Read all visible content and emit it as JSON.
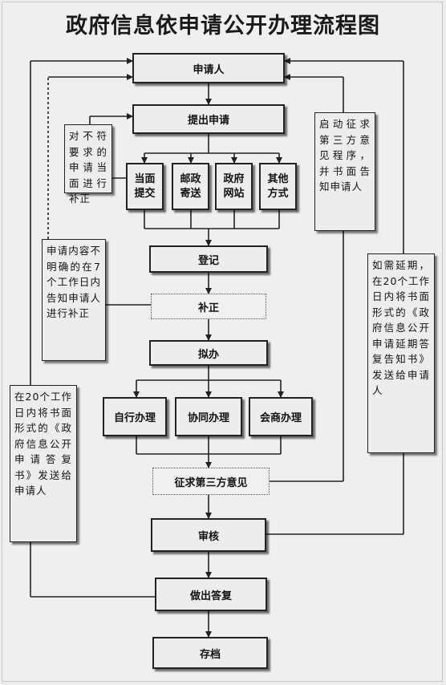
{
  "title": "政府信息依申请公开办理流程图",
  "nodes": {
    "applicant": "申请人",
    "submit": "提出申请",
    "method_in_person": "当面提交",
    "method_mail": "邮政寄送",
    "method_website": "政府网站",
    "method_other": "其他方式",
    "register": "登记",
    "correction": "补正",
    "draft": "拟办",
    "self_handle": "自行办理",
    "joint_handle": "协同办理",
    "consult_handle": "会商办理",
    "third_party": "征求第三方意见",
    "review": "审核",
    "reply": "做出答复",
    "archive": "存档"
  },
  "notes": {
    "non_compliant": "对不符要求的申请当面进行补正",
    "unclear_content": "申请内容不明确的在7个工作日内告知申请人进行补正",
    "start_third_party": "启动征求第三方意见程序，并书面告知申请人",
    "extension": "如需延期，在20个工作日内将书面形式的《政府信息公开申请延期答复告知书》发送给申请人",
    "reply_letter": "在20个工作日内将书面形式的《政府信息公开申请答复书》发送给申请人"
  }
}
